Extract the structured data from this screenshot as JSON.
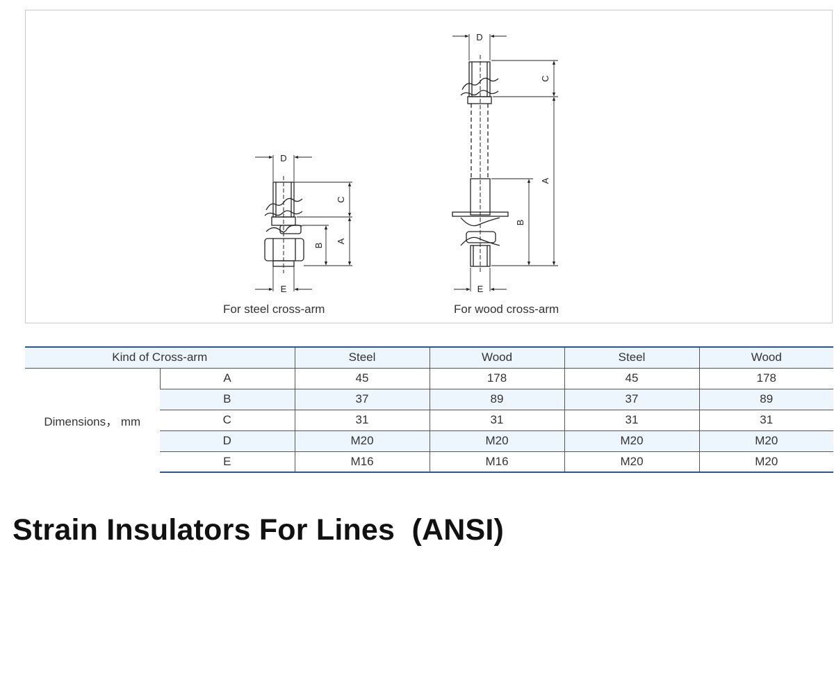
{
  "figure": {
    "steel_caption": "For steel cross-arm",
    "wood_caption": "For wood cross-arm",
    "steel_labels": {
      "A": "A",
      "B": "B",
      "C": "C",
      "D": "D",
      "E": "E"
    },
    "wood_labels": {
      "A": "A",
      "B": "B",
      "C": "C",
      "D": "D",
      "E": "E"
    }
  },
  "table": {
    "header_label": "Kind of Cross-arm",
    "columns": [
      "Steel",
      "Wood",
      "Steel",
      "Wood"
    ],
    "group_label": "Dimensions，  mm",
    "rows": [
      {
        "key": "A",
        "values": [
          "45",
          "178",
          "45",
          "178"
        ]
      },
      {
        "key": "B",
        "values": [
          "37",
          "89",
          "37",
          "89"
        ]
      },
      {
        "key": "C",
        "values": [
          "31",
          "31",
          "31",
          "31"
        ]
      },
      {
        "key": "D",
        "values": [
          "M20",
          "M20",
          "M20",
          "M20"
        ]
      },
      {
        "key": "E",
        "values": [
          "M16",
          "M16",
          "M20",
          "M20"
        ]
      }
    ]
  },
  "title": "Strain Insulators For Lines  (ANSI)",
  "colors": {
    "table_accent": "#2c5596",
    "row_shade": "#eef6fd",
    "frame": "#c8c8c8"
  }
}
